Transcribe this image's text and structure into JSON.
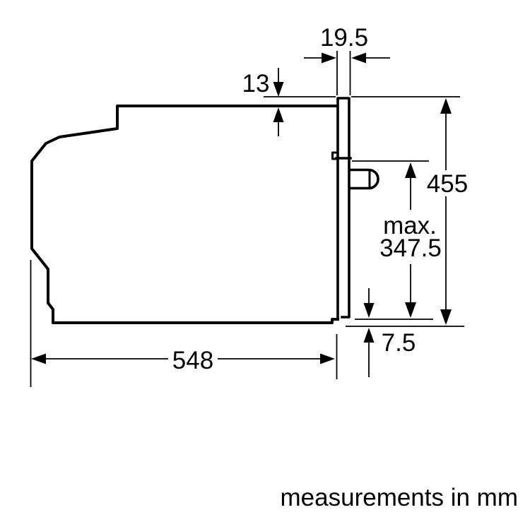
{
  "diagram": {
    "footer_note": "measurements in mm",
    "colors": {
      "line": "#000000",
      "background": "#ffffff"
    },
    "dimensions": {
      "door_front_width": "19.5",
      "top_recess": "13",
      "overall_height": "455",
      "max_prefix": "max.",
      "max_height": "347.5",
      "bottom_recess": "7.5",
      "depth": "548"
    }
  }
}
